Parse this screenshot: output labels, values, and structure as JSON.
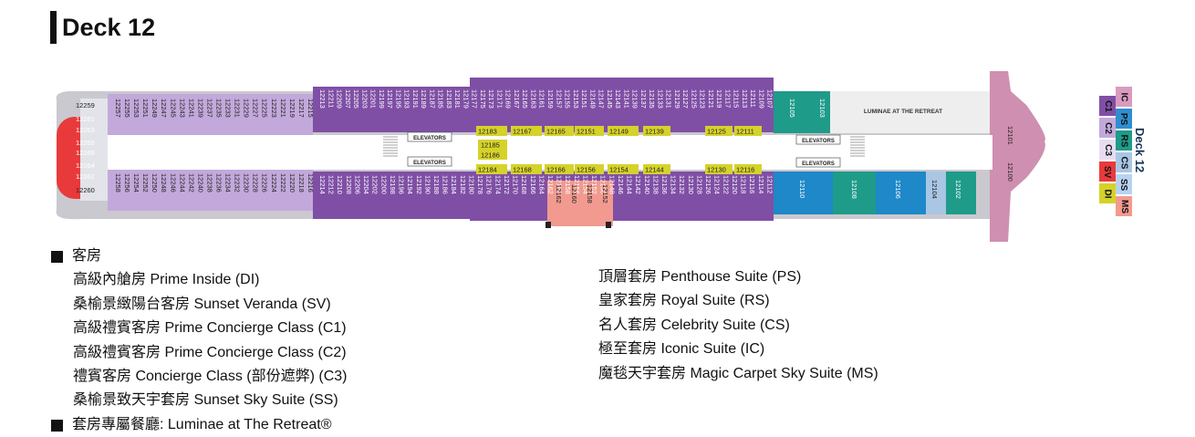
{
  "page": {
    "title": "Deck 12",
    "side_label": "Deck 12"
  },
  "plan": {
    "elevator_label": "ELEVATORS",
    "dining_label": "LUMINAE AT THE RETREAT",
    "aft_inner_labels": [
      "12259",
      "12261",
      "12263",
      "12265",
      "12266",
      "12264",
      "12262",
      "12260"
    ],
    "aft_top": [
      "12257",
      "12255",
      "12253",
      "12251",
      "12249",
      "12247",
      "12245",
      "12243",
      "12241",
      "12239",
      "12237",
      "12235",
      "12233",
      "12231",
      "12229",
      "12227",
      "12225",
      "12223",
      "12221",
      "12219",
      "12217",
      "12215"
    ],
    "aft_bottom": [
      "12258",
      "12256",
      "12254",
      "12252",
      "12250",
      "12248",
      "12246",
      "12244",
      "12242",
      "12240",
      "12238",
      "12236",
      "12234",
      "12232",
      "12230",
      "12228",
      "12226",
      "12224",
      "12222",
      "12220",
      "12218",
      "12216"
    ],
    "mid_top": [
      "12213",
      "12211",
      "12209",
      "12207",
      "12205",
      "12203",
      "12201",
      "12199",
      "12197",
      "12195",
      "12193",
      "12191",
      "12189",
      "12187",
      "12185",
      "12183",
      "12181",
      "12179",
      "12177",
      "12175",
      "12173",
      "12171",
      "12169",
      "12167",
      "12165",
      "12163",
      "12161",
      "12159",
      "12157",
      "12155",
      "12153",
      "12151",
      "12149",
      "12147",
      "12145",
      "12143",
      "12141",
      "12139",
      "12137",
      "12135",
      "12133",
      "12131",
      "12129",
      "12127",
      "12125",
      "12123",
      "12121",
      "12119",
      "12117",
      "12115",
      "12113",
      "12111",
      "12109",
      "12107"
    ],
    "mid_bottom": [
      "12214",
      "12212",
      "12210",
      "12208",
      "12206",
      "12204",
      "12202",
      "12200",
      "12198",
      "12196",
      "12194",
      "12192",
      "12190",
      "12188",
      "12186",
      "12184",
      "12182",
      "12180",
      "12178",
      "12176",
      "12174",
      "12172",
      "12170",
      "12168",
      "12166",
      "12164",
      "12162",
      "12160",
      "12158",
      "12156",
      "12154",
      "12152",
      "12150",
      "12148",
      "12146",
      "12144",
      "12142",
      "12140",
      "12138",
      "12136",
      "12134",
      "12132",
      "12130",
      "12128",
      "12126",
      "12124",
      "12122",
      "12120",
      "12118",
      "12116",
      "12114",
      "12112"
    ],
    "inner_top": [
      "12183",
      "12167",
      "12165",
      "12151",
      "12149",
      "12139",
      "12125",
      "12111"
    ],
    "inner_mid": [
      "12185",
      "12186"
    ],
    "inner_bottom": [
      "12184",
      "12168",
      "12166",
      "12156",
      "12154",
      "12144",
      "12130",
      "12116"
    ],
    "fwd_top_suites": [
      "12105",
      "12103"
    ],
    "fwd_bottom_suites": [
      "12110",
      "12108",
      "12106",
      "12104",
      "12102"
    ],
    "bow_suites": [
      "12101",
      "12100"
    ],
    "pink_suites": [
      "12162",
      "12160",
      "12158",
      "12152"
    ]
  },
  "legend": {
    "cabins_heading": "客房",
    "left_items": [
      "高級內艙房 Prime Inside  (DI)",
      "桑榆景緻陽台客房 Sunset Veranda (SV)",
      "高級禮賓客房 Prime Concierge Class (C1)",
      "高級禮賓客房 Prime Concierge Class (C2)",
      "禮賓客房 Concierge Class (部份遮弊) (C3)",
      "桑榆景致天宇套房 Sunset Sky Suite (SS)"
    ],
    "right_items": [
      "頂層套房 Penthouse Suite (PS)",
      "皇家套房 Royal Suite (RS)",
      "名人套房 Celebrity Suite  (CS)",
      "極至套房 Iconic Suite (IC)",
      "魔毯天宇套房 Magic Carpet Sky Suite (MS)"
    ],
    "dining_heading": "套房專屬餐廳: Luminae at The Retreat®"
  },
  "key": [
    {
      "code": "IC",
      "color": "#d99bbf"
    },
    {
      "code": "PS",
      "color": "#2e8fcf"
    },
    {
      "code": "RS",
      "color": "#1f9b8a"
    },
    {
      "code": "CS",
      "color": "#a9c6e5"
    },
    {
      "code": "SS",
      "color": "#b7d3ef"
    },
    {
      "code": "MS",
      "color": "#f29a8f"
    },
    {
      "code": "C1",
      "color": "#7f4fa5"
    },
    {
      "code": "C2",
      "color": "#c3a9db"
    },
    {
      "code": "C3",
      "color": "#e7dcf1"
    },
    {
      "code": "SV",
      "color": "#e83a3a"
    },
    {
      "code": "DI",
      "color": "#d5d22a"
    }
  ],
  "colors": {
    "hull": "#c9c9cf",
    "bow": "#cf8fb0",
    "corridor": "#ffffff",
    "c1": "#7f4fa5",
    "c2": "#c3a9db",
    "sv": "#e83a3a",
    "di": "#d5d22a",
    "rs": "#1f9b8a",
    "ps": "#1e88c8",
    "ms": "#f29a8f",
    "cs": "#a9c6e5"
  }
}
